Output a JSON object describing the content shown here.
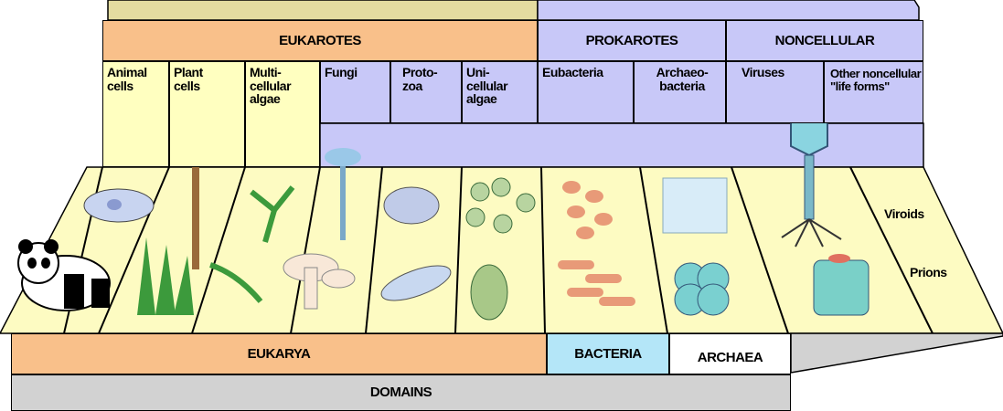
{
  "headers": {
    "eukarotes": "EUKAROTES",
    "prokarotes": "PROKAROTES",
    "noncellular": "NONCELLULAR"
  },
  "columns": {
    "animal_cells": "Animal cells",
    "plant_cells": "Plant cells",
    "multicellular_algae": "Multi- cellular algae",
    "fungi": "Fungi",
    "protozoa": "Proto- zoa",
    "unicellular_algae": "Uni- cellular algae",
    "eubacteria": "Eubacteria",
    "archaeobacteria": "Archaeo- bacteria",
    "viruses": "Viruses",
    "other_noncellular": "Other noncellular \"life forms\""
  },
  "illustration_labels": {
    "viroids": "Viroids",
    "prions": "Prions"
  },
  "domains": {
    "eukarya": "EUKARYA",
    "bacteria": "BACTERIA",
    "archaea": "ARCHAEA",
    "domains_label": "DOMAINS"
  },
  "colors": {
    "orange": "#f9c08a",
    "lavender": "#c8c8f8",
    "cream": "#ffffc0",
    "light_blue": "#b4e6f8",
    "gray": "#d2d2d2"
  }
}
